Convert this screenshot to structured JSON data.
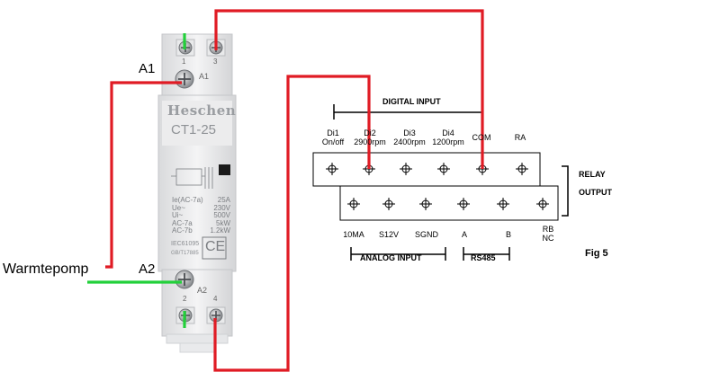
{
  "colors": {
    "wire_red": "#e01b24",
    "wire_green": "#22d03a",
    "ink": "#000000"
  },
  "labels": {
    "warmtepomp": "Warmtepomp",
    "a1": "A1",
    "a2": "A2",
    "digital_input": "DIGITAL INPUT",
    "analog_input": "ANALOG INPUT",
    "rs485": "RS485",
    "relay": "RELAY",
    "output": "OUTPUT",
    "fig": "Fig 5"
  },
  "contactor": {
    "brand": "Heschen",
    "model": "CT1-25",
    "top_terminals": [
      "1",
      "3"
    ],
    "bottom_terminals": [
      "2",
      "4"
    ],
    "coil_top": "A1",
    "coil_bottom": "A2",
    "spec_left": [
      "Ie(AC-7a)",
      "Ue~",
      "Ui~",
      "AC-7a",
      "AC-7b"
    ],
    "spec_right": [
      "25A",
      "230V",
      "500V",
      "5kW",
      "1.2kW"
    ],
    "standards": [
      "IEC61095",
      "GB/T17885"
    ],
    "ce": "CE"
  },
  "terminal_block": {
    "top_labels": [
      [
        "Di1",
        "On/off"
      ],
      [
        "Di2",
        "2900rpm"
      ],
      [
        "Di3",
        "2400rpm"
      ],
      [
        "Di4",
        "1200rpm"
      ],
      [
        "COM",
        ""
      ],
      [
        "RA",
        ""
      ]
    ],
    "bottom_labels": [
      "10MA",
      "S12V",
      "SGND",
      "A",
      "B"
    ],
    "relay_bottom": [
      "RB",
      "NC"
    ]
  }
}
